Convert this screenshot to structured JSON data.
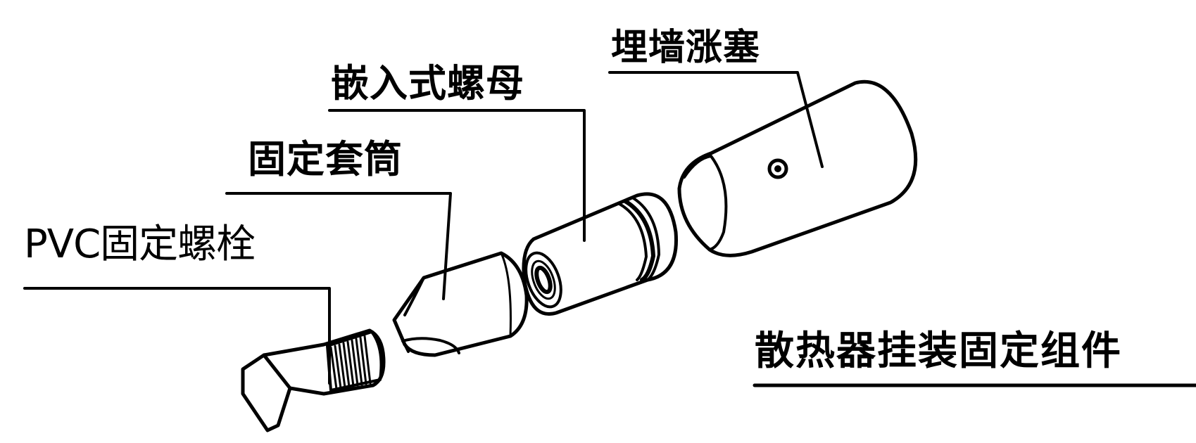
{
  "labels": {
    "anchor": "埋墙涨塞",
    "nut": "嵌入式螺母",
    "sleeve": "固定套筒",
    "bolt": "PVC固定螺栓"
  },
  "title": "散热器挂装固定组件"
}
